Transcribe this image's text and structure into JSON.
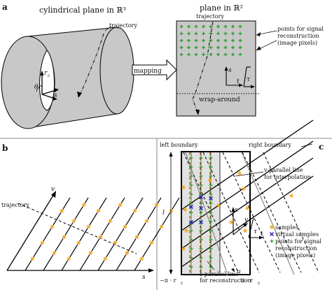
{
  "panels": {
    "a": {
      "label": "a",
      "title_left": "cylindrical plane in ℝ³",
      "title_right": "plane in ℝ²",
      "trajectory_left": "trajectory",
      "trajectory_right": "trajectory",
      "mapping": "mapping",
      "wraparound": "wrap-around",
      "points_label": [
        "points for signal",
        "reconstruction",
        "(image pixels)"
      ],
      "axes_left": {
        "rc": "r",
        "rc_sub": "c",
        "theta": "θ",
        "s": "s"
      },
      "axes_right": {
        "s": "s",
        "t": "t",
        "tau": "τ"
      }
    },
    "b": {
      "label": "b",
      "trajectory": "trajectory",
      "v": "v",
      "s": "s"
    },
    "c": {
      "label": "c",
      "left_boundary": "left boundary",
      "right_boundary": "right boundary",
      "v_parallel": [
        "v-parallel line",
        "for interpolation"
      ],
      "s_parallel": [
        "s-parallel line",
        "for reconstruction"
      ],
      "legend": {
        "samples": "samples",
        "virtual": "virtual samples",
        "points": [
          "points for signal",
          "reconstruction",
          "(image pixels)"
        ]
      },
      "l": "l",
      "minus_pi_rc": "−π · r",
      "pi_rc": "π · r",
      "rc_sub": "c",
      "s": "s",
      "v": "v",
      "t": "t",
      "tau": "τ",
      "u": "u"
    }
  },
  "colors": {
    "sample": "#f2a516",
    "virtual": "#2020c0",
    "pixel": "#1f9a1f",
    "red_line": "#d01818",
    "green_line": "#1f9a1f",
    "panel_fill": "#c8c8c8"
  }
}
